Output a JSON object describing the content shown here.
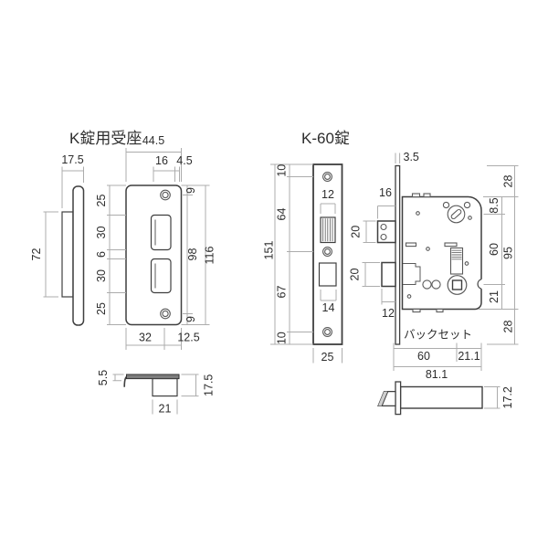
{
  "colors": {
    "background": "#ffffff",
    "part_line": "#3f3f3f",
    "dim_line": "#a8a8a8",
    "text": "#2d2d2d"
  },
  "strike_plate": {
    "title": "K錠用受座",
    "front": {
      "overall_width": "44.5",
      "opening_width": "16",
      "edge_offset": "4.5",
      "seg_top": "25",
      "seg_upper": "30",
      "seg_gap": "6",
      "seg_lower": "30",
      "seg_bottom": "25",
      "hole_top_offset": "9",
      "hole_span": "98",
      "overall_height": "116",
      "hole_bottom_offset": "9",
      "width_to_holes": "32",
      "width_rest": "12.5"
    },
    "side": {
      "depth": "17.5",
      "boss_height": "72"
    },
    "top": {
      "lip_height": "5.5",
      "box_width": "21",
      "total_depth": "17.5"
    }
  },
  "lock": {
    "title": "K-60錠",
    "faceplate": {
      "top_offset": "10",
      "upper_span": "64",
      "lower_span": "67",
      "bottom_offset": "10",
      "overall_height": "151",
      "latch_width": "12",
      "bolt_width": "14",
      "width": "25",
      "thickness": "3.5"
    },
    "case": {
      "latch_throw": "16",
      "latch_height": "20",
      "bolt_height": "20",
      "bolt_throw": "12",
      "top_margin": "28",
      "cylinder_offset": "8.5",
      "center_distance": "60",
      "bottom_offset": "21",
      "case_height": "95",
      "bottom_margin": "28"
    },
    "backset": {
      "label": "バックセット",
      "main": "60",
      "rest": "21.1",
      "total": "81.1"
    },
    "latch_view": {
      "height": "17.2"
    }
  }
}
